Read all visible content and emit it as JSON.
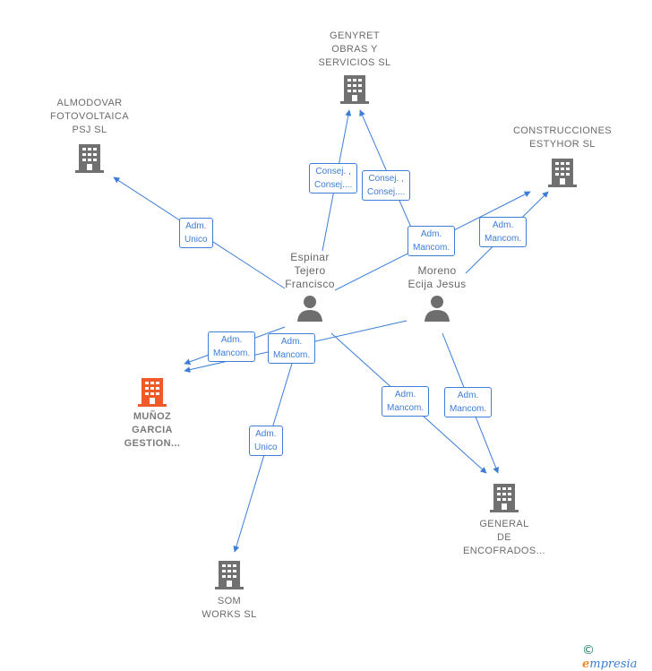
{
  "colors": {
    "company": "#707070",
    "main_company": "#f05a28",
    "edge": "#3c7dd8",
    "person": "#6e6e6e"
  },
  "companies": {
    "genyret": "GENYRET\nOBRAS Y\nSERVICIOS SL",
    "almodovar": "ALMODOVAR\nFOTOVOLTAICA\nPSJ SL",
    "construcciones": "CONSTRUCCIONES\nESTYHOR SL",
    "munoz": "MUÑOZ\nGARCIA\nGESTION...",
    "general": "GENERAL\nDE\nENCOFRADOS...",
    "som": "SOM\nWORKS  SL"
  },
  "persons": {
    "espinar": "Espinar\nTejero\nFrancisco",
    "moreno": "Moreno\nEcija Jesus"
  },
  "relations": {
    "r1": "Adm.\nUnico",
    "r2": "Consej. ,\nConsej....",
    "r3": "Consej. ,\nConsej....",
    "r4": "Adm.\nMancom.",
    "r5": "Adm.\nMancom.",
    "r6": "Adm.\nMancom.",
    "r7": "Adm.\nMancom.",
    "r8": "Adm.\nUnico",
    "r9": "Adm.\nMancom.",
    "r10": "Adm.\nMancom."
  },
  "footer": {
    "copyright": "©",
    "brand_initial": "e",
    "brand_rest": "mpresia"
  }
}
